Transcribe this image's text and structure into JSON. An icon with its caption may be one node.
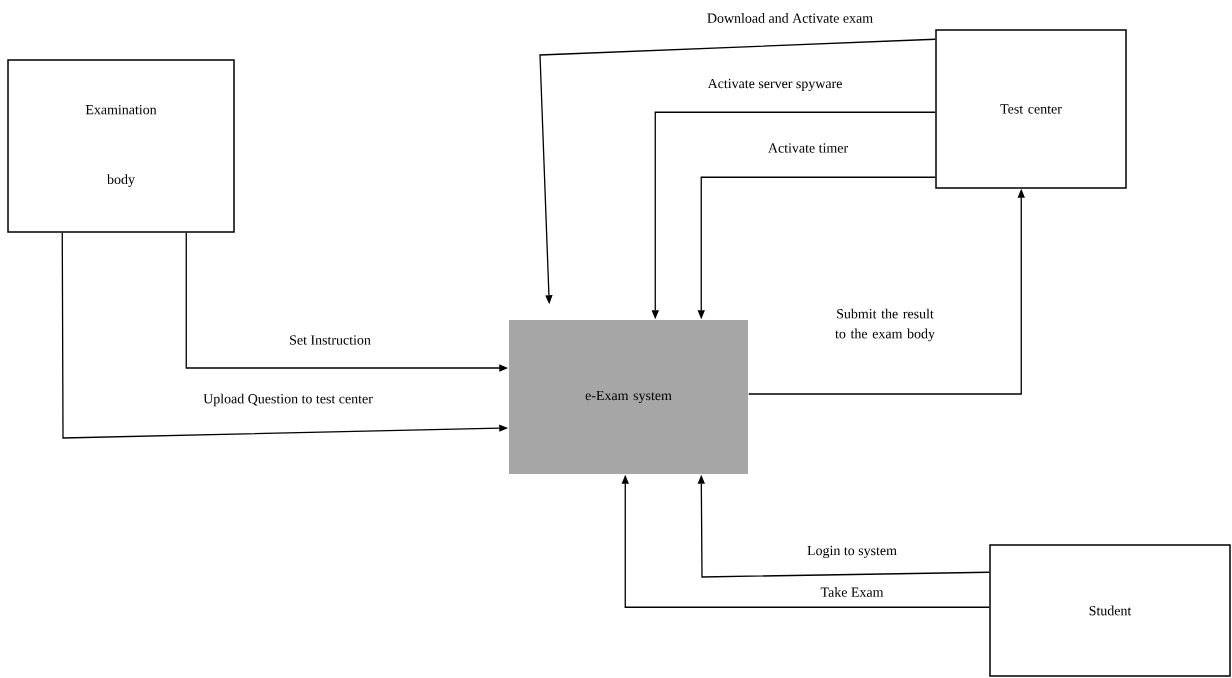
{
  "diagram": {
    "nodes": [
      {
        "text": [
          "Examination body"
        ]
      },
      {
        "text": [
          "Test center"
        ]
      },
      {
        "text": [
          "e-Exam system"
        ]
      },
      {
        "text": [
          "Student"
        ]
      }
    ],
    "edges": [
      {
        "from": 0,
        "to": 2,
        "arrow": "to",
        "label": "Set Instruction"
      },
      {
        "from": 0,
        "to": 2,
        "arrow": "to",
        "label": "Upload Question to test center"
      },
      {
        "from": 1,
        "to": 2,
        "arrow": "to",
        "label": "Download and Activate exam"
      },
      {
        "from": 1,
        "to": 2,
        "arrow": "to",
        "label": "Activate server spyware"
      },
      {
        "from": 1,
        "to": 2,
        "arrow": "to",
        "label": "Activate timer"
      },
      {
        "from": 2,
        "to": 1,
        "arrow": "to",
        "label": "Submit the result to the exam body"
      },
      {
        "from": 3,
        "to": 2,
        "arrow": "to",
        "label": "Login to system"
      },
      {
        "from": 3,
        "to": 2,
        "arrow": "to",
        "label": "Take Exam"
      }
    ]
  }
}
